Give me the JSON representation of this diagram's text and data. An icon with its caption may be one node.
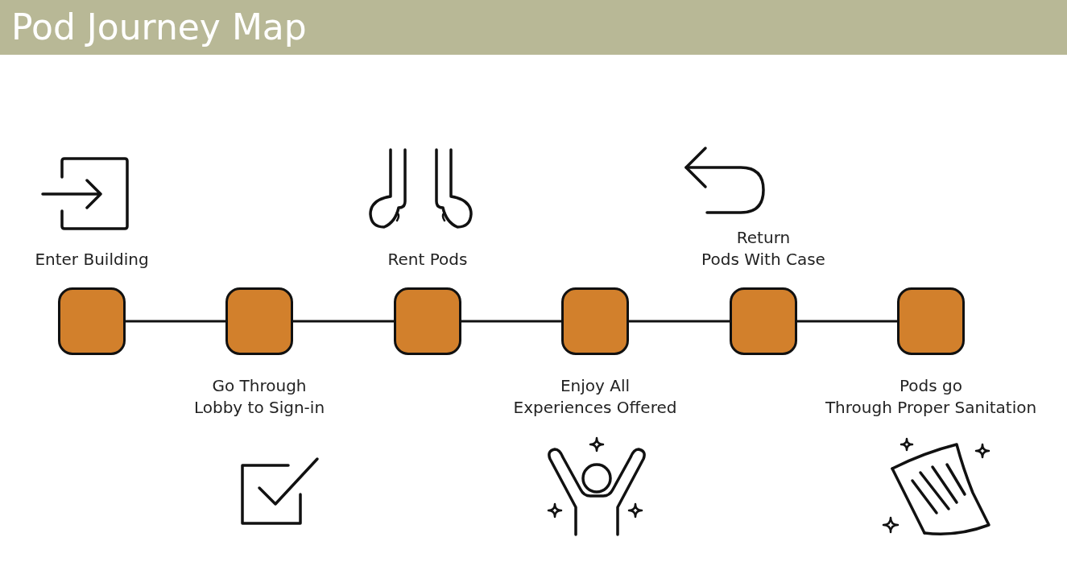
{
  "diagram": {
    "title": "Pod Journey Map",
    "nodes": [
      {
        "text": [],
        "shape": "box",
        "beside": [
          "Enter Building"
        ]
      },
      {
        "text": [],
        "shape": "box",
        "beside": [
          "Go Through Lobby to Sign-in"
        ]
      },
      {
        "text": [],
        "shape": "box",
        "beside": [
          "Rent Pods"
        ]
      },
      {
        "text": [],
        "shape": "box",
        "beside": [
          "Enjoy All Experiences Offered"
        ]
      },
      {
        "text": [],
        "shape": "box",
        "beside": [
          "Return Pods With Case"
        ]
      },
      {
        "text": [],
        "shape": "box",
        "beside": [
          "Pods go Through Proper Sanitation"
        ]
      }
    ],
    "edges": [
      {
        "from": 0,
        "to": 1,
        "arrow": "none"
      },
      {
        "from": 1,
        "to": 2,
        "arrow": "none"
      },
      {
        "from": 2,
        "to": 3,
        "arrow": "none"
      },
      {
        "from": 3,
        "to": 4,
        "arrow": "none"
      },
      {
        "from": 4,
        "to": 5,
        "arrow": "none"
      }
    ]
  }
}
